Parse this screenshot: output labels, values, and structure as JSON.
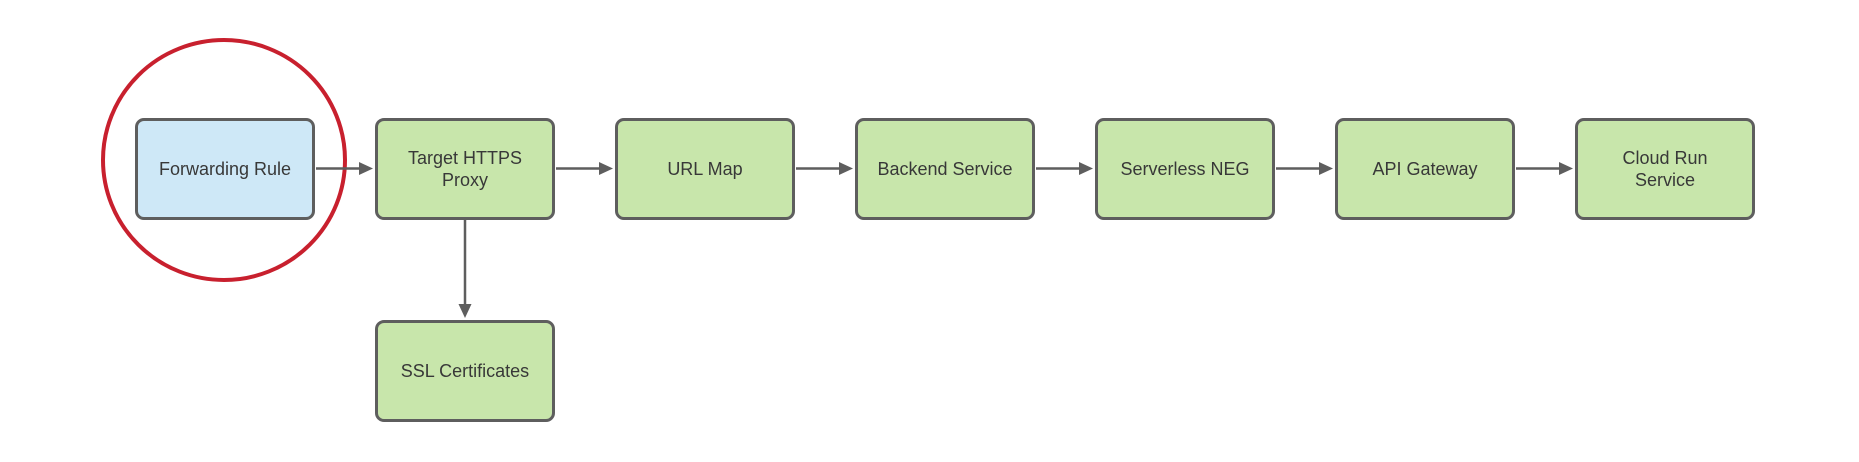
{
  "diagram": {
    "type": "flowchart",
    "nodes": [
      {
        "id": "forwarding-rule",
        "label": "Forwarding Rule",
        "fill": "blue",
        "highlighted": true
      },
      {
        "id": "target-https-proxy",
        "label": "Target HTTPS\nProxy",
        "fill": "green",
        "highlighted": false
      },
      {
        "id": "url-map",
        "label": "URL Map",
        "fill": "green",
        "highlighted": false
      },
      {
        "id": "backend-service",
        "label": "Backend Service",
        "fill": "green",
        "highlighted": false
      },
      {
        "id": "serverless-neg",
        "label": "Serverless NEG",
        "fill": "green",
        "highlighted": false
      },
      {
        "id": "api-gateway",
        "label": "API Gateway",
        "fill": "green",
        "highlighted": false
      },
      {
        "id": "cloud-run-service",
        "label": "Cloud Run\nService",
        "fill": "green",
        "highlighted": false
      },
      {
        "id": "ssl-certificates",
        "label": "SSL Certificates",
        "fill": "green",
        "highlighted": false
      }
    ],
    "edges": [
      {
        "from": "forwarding-rule",
        "to": "target-https-proxy",
        "direction": "right"
      },
      {
        "from": "target-https-proxy",
        "to": "url-map",
        "direction": "right"
      },
      {
        "from": "url-map",
        "to": "backend-service",
        "direction": "right"
      },
      {
        "from": "backend-service",
        "to": "serverless-neg",
        "direction": "right"
      },
      {
        "from": "serverless-neg",
        "to": "api-gateway",
        "direction": "right"
      },
      {
        "from": "api-gateway",
        "to": "cloud-run-service",
        "direction": "right"
      },
      {
        "from": "target-https-proxy",
        "to": "ssl-certificates",
        "direction": "down"
      }
    ],
    "annotations": [
      {
        "type": "circle",
        "target": "forwarding-rule",
        "purpose": "highlight"
      }
    ],
    "colors": {
      "node_fill_green": "#c8e6ab",
      "node_fill_blue": "#cee8f7",
      "node_border": "#5e5e5e",
      "arrow": "#5e5e5e",
      "text": "#383838",
      "highlight_circle": "#c8202e",
      "background": "#ffffff"
    }
  }
}
